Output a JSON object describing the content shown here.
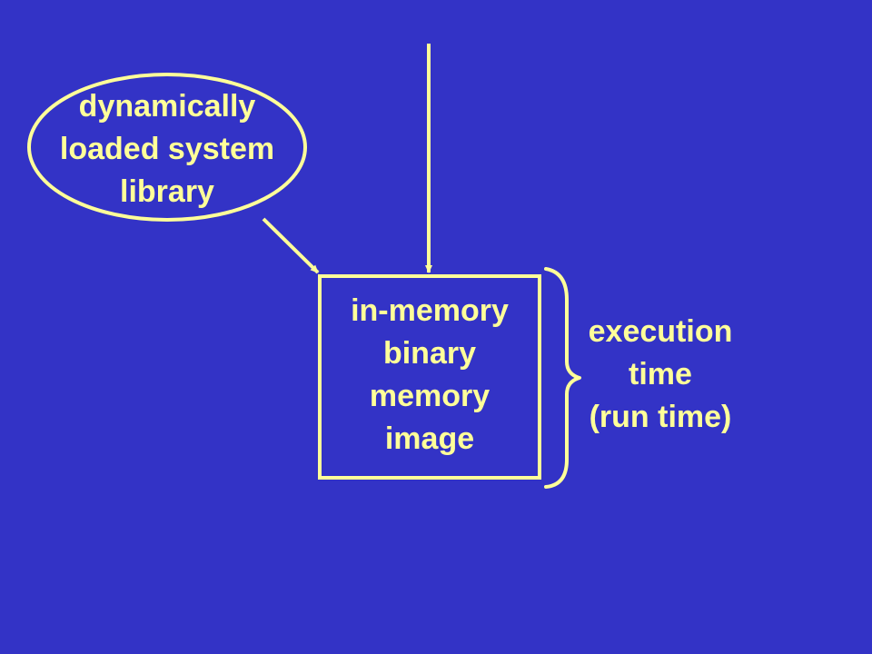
{
  "diagram": {
    "library_node": {
      "lines": [
        "dynamically",
        "loaded system",
        "library"
      ]
    },
    "image_node": {
      "lines": [
        "in-memory",
        "binary",
        "memory",
        "image"
      ]
    },
    "phase_label": {
      "lines": [
        "execution",
        "time",
        "(run time)"
      ]
    }
  },
  "colors": {
    "background": "#3333c6",
    "foreground": "#ffff99"
  }
}
